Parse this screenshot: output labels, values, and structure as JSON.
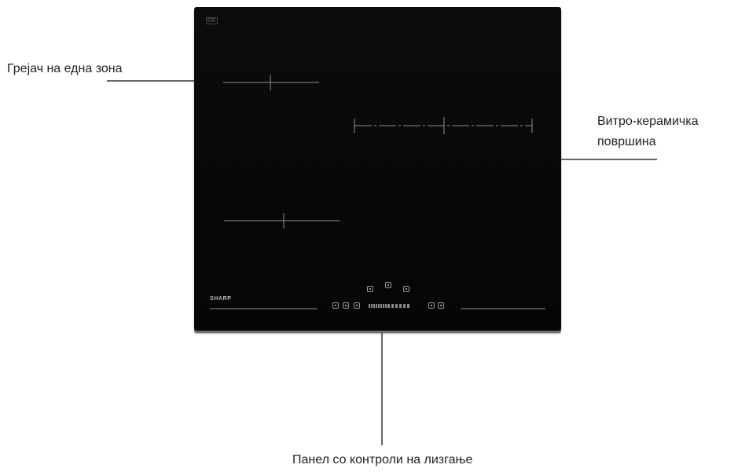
{
  "labels": {
    "single_zone_heater": "Грејач на една зона",
    "vitro_ceramic_surface_line1": "Витро-керамичка",
    "vitro_ceramic_surface_line2": "површина",
    "slide_control_panel": "Панел со контроли на лизгање"
  },
  "hob": {
    "brand": "SHARP",
    "cooking_zones": 3,
    "slider_segments": 14
  },
  "colors": {
    "glass": "#0a0a0a",
    "markings": "#8f8f8f",
    "leader_line": "#666666",
    "frame_edge": "#6f6f6f"
  },
  "icons": [
    "power-icon",
    "lock-icon",
    "timer-icon",
    "zone-select-icon",
    "boost-icon",
    "pause-icon"
  ]
}
